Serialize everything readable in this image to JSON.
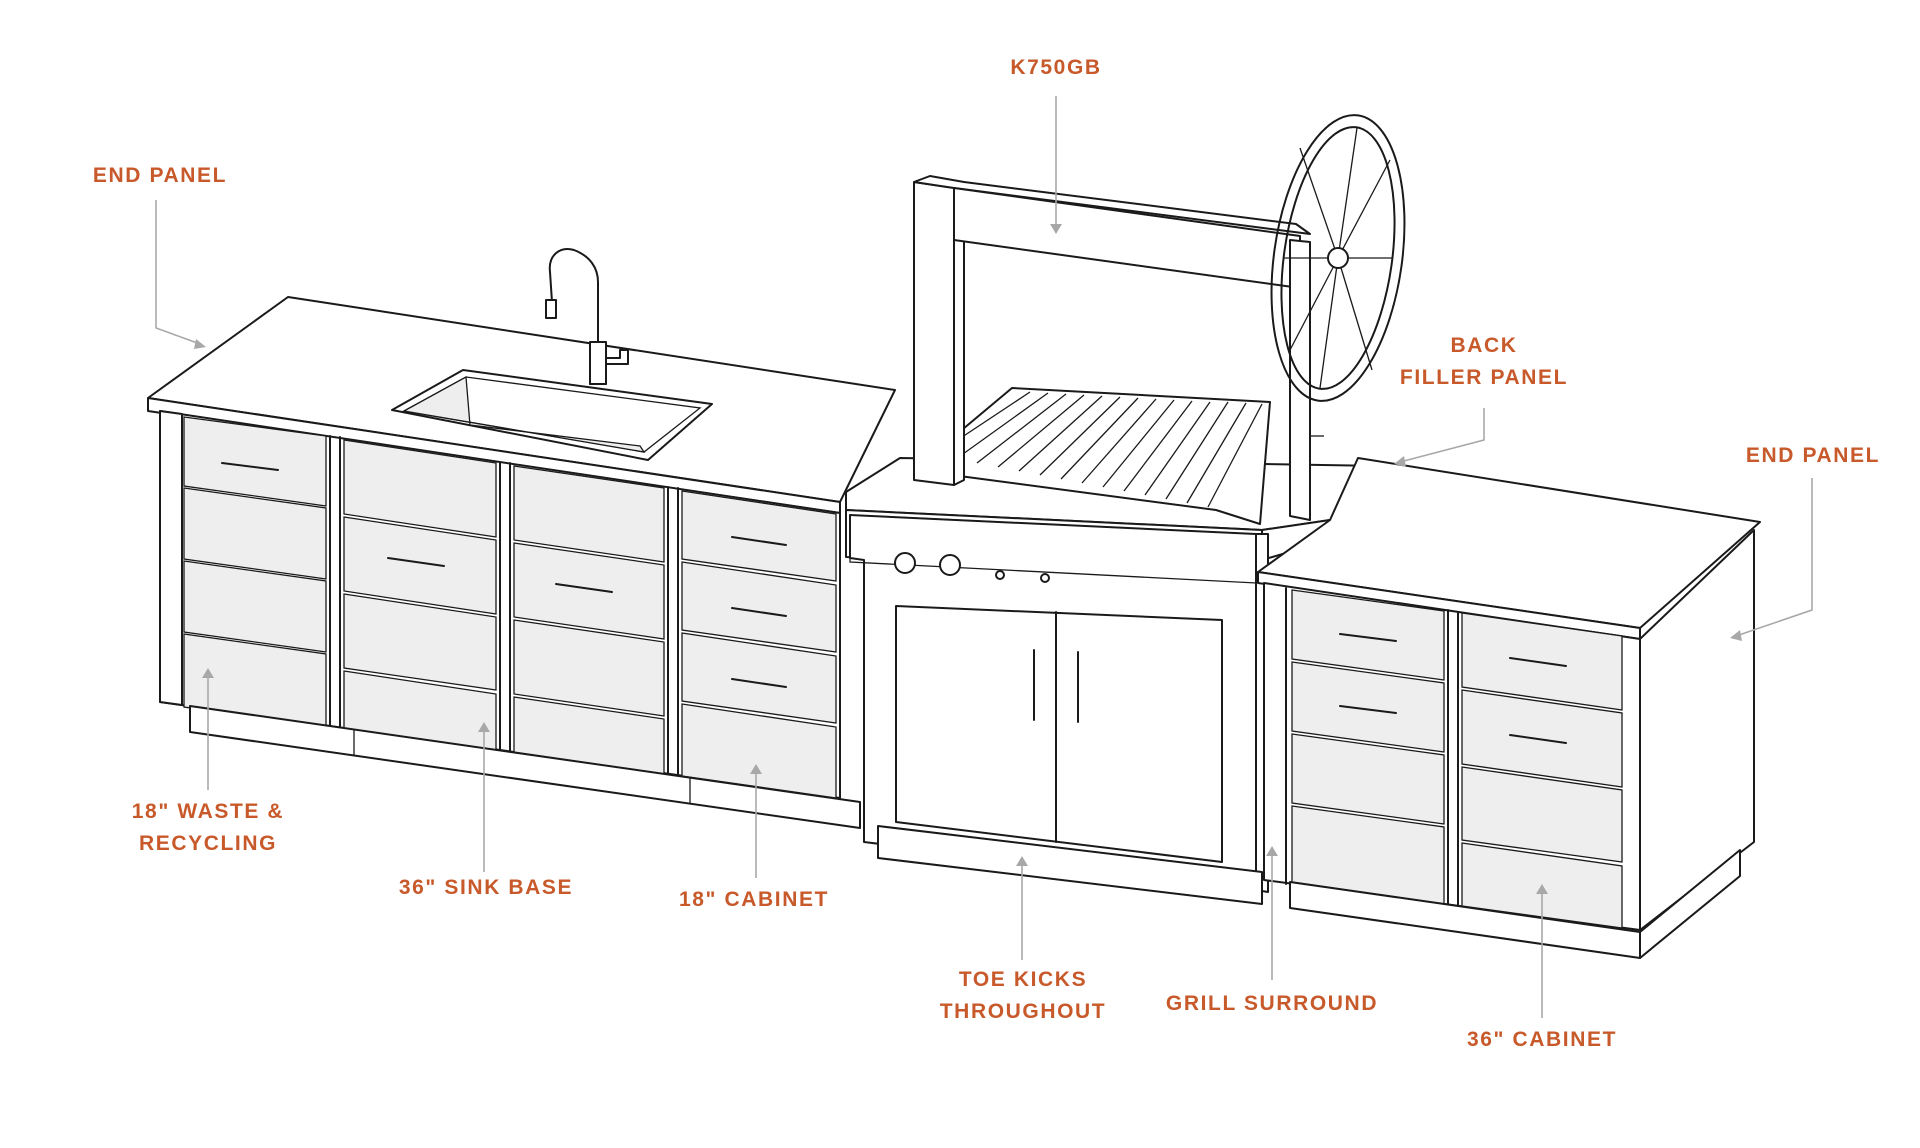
{
  "colors": {
    "label": "#c8592a",
    "line": "#1a1a1a",
    "leader": "#a8a8a8",
    "panel_fill": "#eeeeee"
  },
  "labels": {
    "grill_model": "K750GB",
    "end_panel_left": "END PANEL",
    "back_filler_line1": "BACK",
    "back_filler_line2": "FILLER PANEL",
    "end_panel_right": "END PANEL",
    "waste_line1": "18\" WASTE &",
    "waste_line2": "RECYCLING",
    "sink_base": "36\" SINK BASE",
    "cabinet_18": "18\" CABINET",
    "toe_kicks_line1": "TOE KICKS",
    "toe_kicks_line2": "THROUGHOUT",
    "grill_surround": "GRILL SURROUND",
    "cabinet_36": "36\" CABINET"
  }
}
